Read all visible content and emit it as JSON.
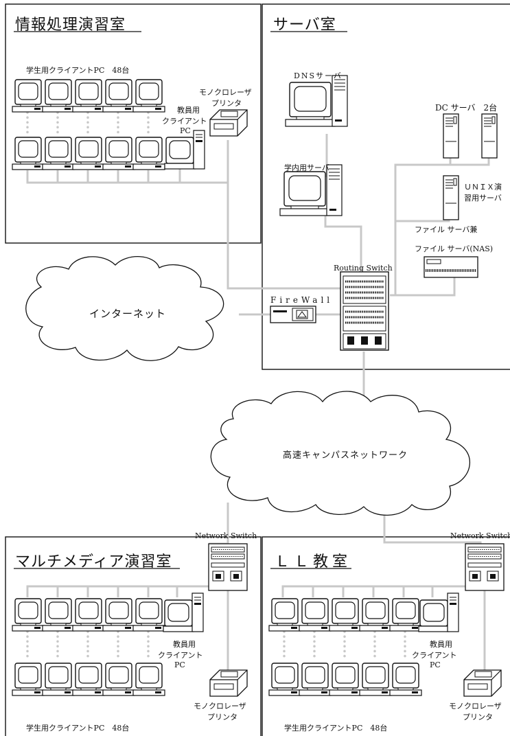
{
  "rooms": {
    "info_lab": {
      "title": "情報処理演習室",
      "clients_label": "学生用クライアントPC　48台",
      "printer_label_1": "モノクロレーザ",
      "printer_label_2": "プリンタ",
      "teacher_label_1": "教員用",
      "teacher_label_2": "クライアント",
      "teacher_label_3": "PC"
    },
    "server_room": {
      "title": "サーバ室",
      "dns_label": "DNSサーバ",
      "campus_server_label": "学内用サーバ",
      "dc_label": "DC サーバ　2台",
      "unix_label_1": "ＵＮＩＸ演",
      "unix_label_2": "習用サーバ",
      "fileserver_label_1": "ファイル サーバ兼",
      "nas_label": "ファイル サーバ(NAS)",
      "routing_switch_label": "Routing Switch",
      "firewall_label": "FireWall"
    },
    "multimedia_lab": {
      "title": "マルチメディア演習室",
      "switch_label": "Network Switch",
      "teacher_label_1": "教員用",
      "teacher_label_2": "クライアント",
      "teacher_label_3": "PC",
      "printer_label_1": "モノクロレーザ",
      "printer_label_2": "プリンタ",
      "clients_label": "学生用クライアントPC　48台"
    },
    "ll_room": {
      "title": "ＬＬ教室",
      "switch_label": "Network Switch",
      "teacher_label_1": "教員用",
      "teacher_label_2": "クライアント",
      "teacher_label_3": "PC",
      "printer_label_1": "モノクロレーザ",
      "printer_label_2": "プリンタ",
      "clients_label": "学生用クライアントPC　48台"
    }
  },
  "clouds": {
    "internet": "インターネット",
    "campus_network": "高速キャンパスネットワーク"
  }
}
